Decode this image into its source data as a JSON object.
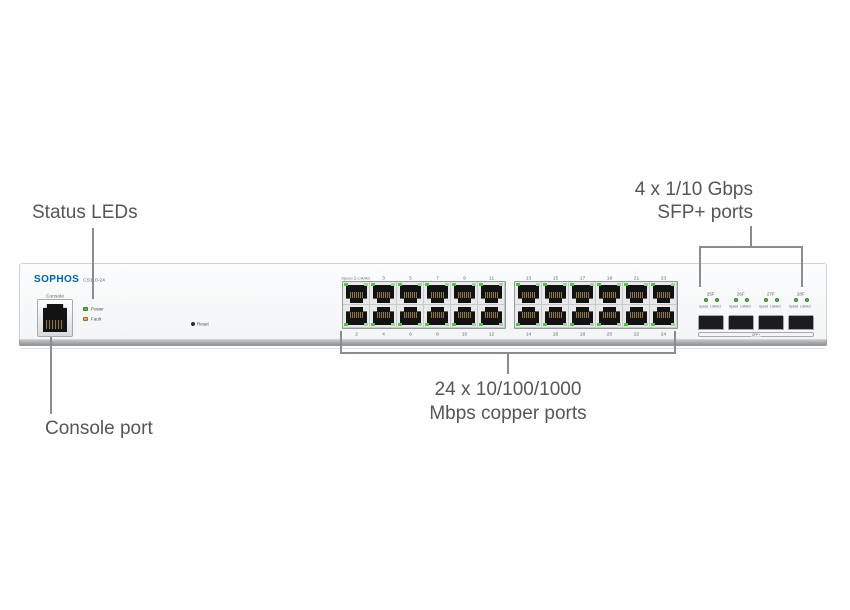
{
  "annotations": {
    "status_leds": {
      "text": "Status LEDs"
    },
    "sfp_ports": {
      "line1": "4 x 1/10 Gbps",
      "line2": "SFP+ ports"
    },
    "copper_ports": {
      "line1": "24 x 10/100/1000",
      "line2": "Mbps copper ports"
    },
    "console_port": {
      "text": "Console port"
    }
  },
  "device": {
    "brand": "SOPHOS",
    "model": "CS110-24",
    "console_label": "Console",
    "status_leds": [
      {
        "label": "Power",
        "color": "#4fbf3f"
      },
      {
        "label": "Fault",
        "color": "#edaa3a"
      }
    ],
    "reset_label": "Reset",
    "copper_header": {
      "speed": "Speed",
      "lnkact": "Lnk/Act"
    },
    "copper_blocks": [
      {
        "top": [
          "1",
          "3",
          "5",
          "7",
          "9",
          "11"
        ],
        "bottom": [
          "2",
          "4",
          "6",
          "8",
          "10",
          "12"
        ]
      },
      {
        "top": [
          "13",
          "15",
          "17",
          "19",
          "21",
          "23"
        ],
        "bottom": [
          "14",
          "16",
          "18",
          "20",
          "22",
          "24"
        ]
      }
    ],
    "sfp": {
      "ports": [
        "25F",
        "26F",
        "27F",
        "28F"
      ],
      "speed": "Speed",
      "lnkact": "Lnk/Act",
      "group_label": "SFP+"
    },
    "colors": {
      "brand_blue": "#0062ad",
      "power_green": "#4fbf3f",
      "fault_amber": "#edaa3a",
      "port_led_green": "#55c246",
      "port_led_dim_green": "#9fd69a"
    }
  }
}
